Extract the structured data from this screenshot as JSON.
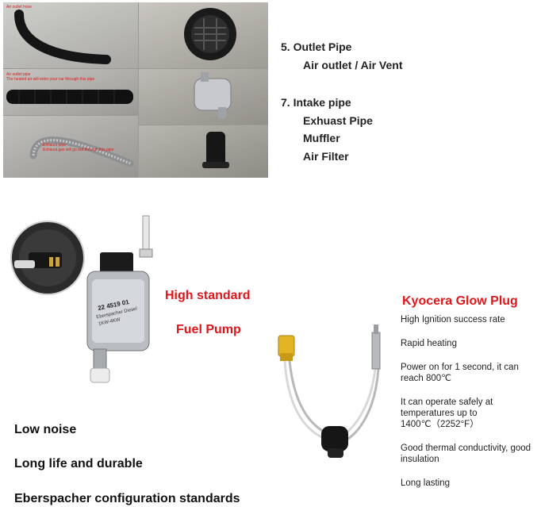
{
  "collage": {
    "labels": {
      "hose": "Air outlet hose",
      "air_outlet": "Air outlet pipe",
      "air_outlet_desc": "The heated air will enter your car through this pipe",
      "exhaust": "Exhaust pipe",
      "exhaust_desc": "Exhaust gas will go out through this pipe"
    }
  },
  "parts_list": {
    "item5": "5.  Outlet Pipe",
    "item5_sub": "Air outlet / Air Vent",
    "item7": "7.  Intake pipe",
    "item7_sub1": "Exhuast Pipe",
    "item7_sub2": "Muffler",
    "item7_sub3": "Air Filter"
  },
  "pump": {
    "heading1": "High standard",
    "heading2": "Fuel Pump",
    "label_line1": "22 4519 01",
    "label_line2": "Eberspacher Diesel",
    "label_line3": "1KW-4KW"
  },
  "features": {
    "f1": "Low noise",
    "f2": "Long life and durable",
    "f3": "Eberspacher configuration standards"
  },
  "glow_plug": {
    "heading": "Kyocera Glow Plug",
    "items": [
      "High Ignition success rate",
      "Rapid heating",
      "Power on for 1 second, it can reach 800℃",
      "It can operate safely at temperatures up to 1400℃（2252°F）",
      "Good thermal conductivity, good insulation",
      "Long lasting"
    ]
  },
  "colors": {
    "accent_red": "#e0161b"
  }
}
